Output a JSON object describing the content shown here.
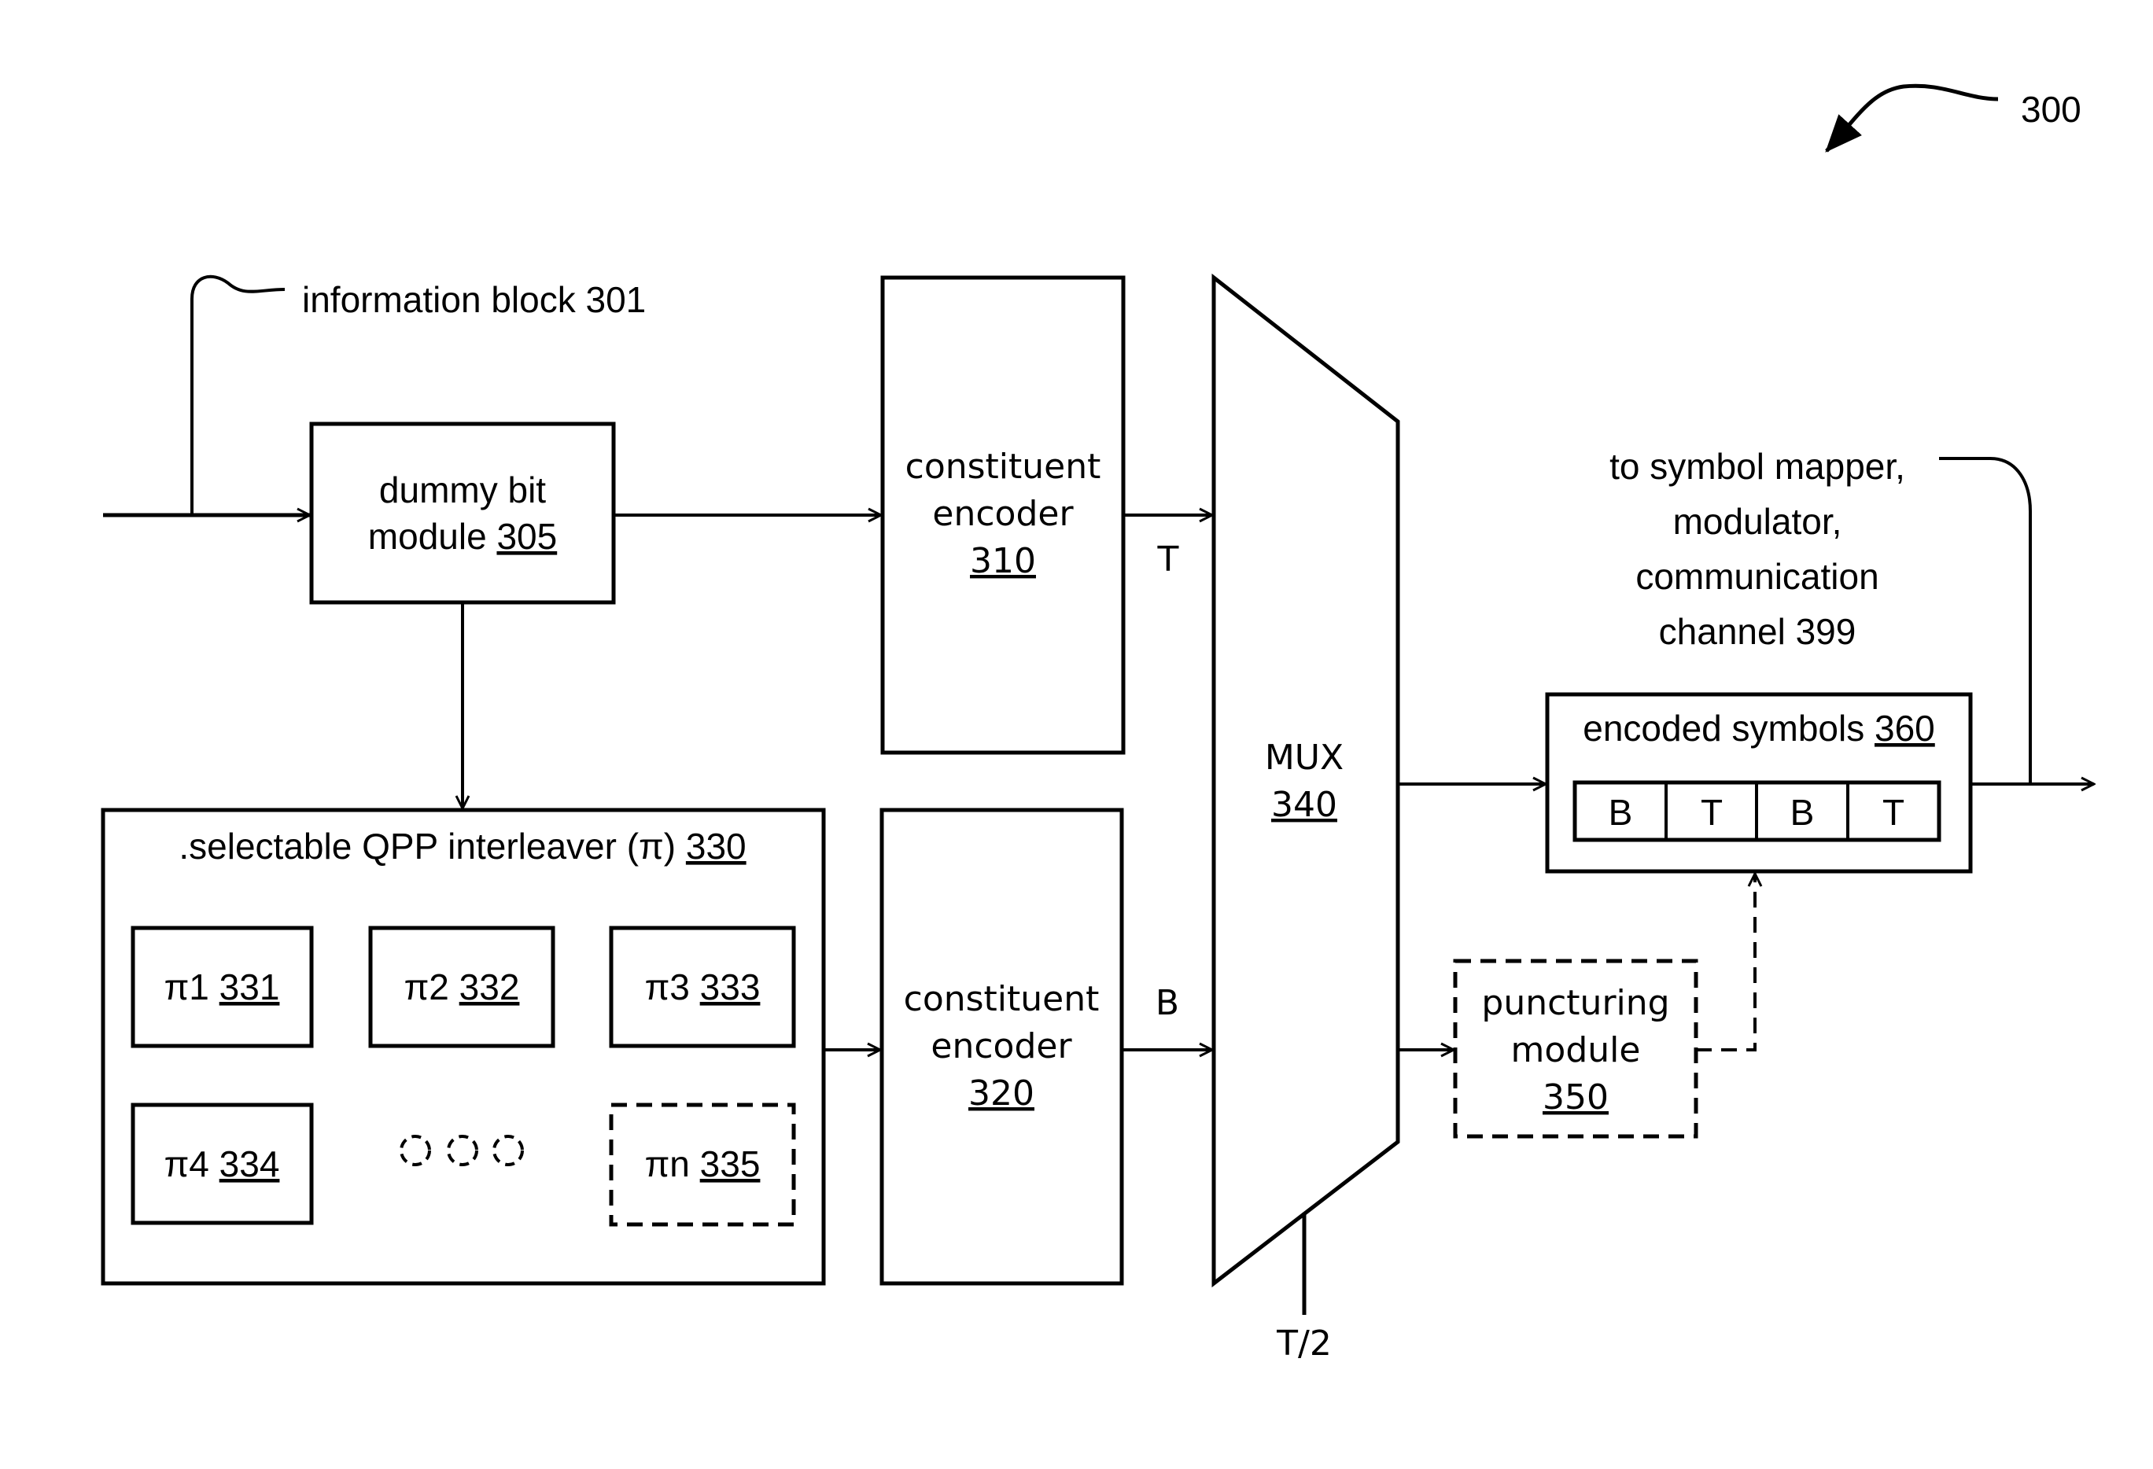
{
  "figure": {
    "ref_label": "300",
    "input_label": "information block 301",
    "dummy_bit_module": {
      "line1": "dummy bit",
      "line2": "module ",
      "ref": "305"
    },
    "encoder_top": {
      "line1": "constituent",
      "line2": "encoder",
      "ref": "310",
      "output_label": "T"
    },
    "encoder_bottom": {
      "line1": "constituent",
      "line2": "encoder",
      "ref": "320",
      "output_label": "B"
    },
    "interleaver": {
      "title": ".selectable QPP interleaver (π) ",
      "ref": "330",
      "items": [
        {
          "name": "π1 ",
          "ref": "331",
          "dashed": false
        },
        {
          "name": "π2 ",
          "ref": "332",
          "dashed": false
        },
        {
          "name": "π3 ",
          "ref": "333",
          "dashed": false
        },
        {
          "name": "π4 ",
          "ref": "334",
          "dashed": false
        },
        {
          "name": "πn ",
          "ref": "335",
          "dashed": true
        }
      ],
      "ellipsis": "three dashed circles"
    },
    "mux": {
      "label": "MUX",
      "ref": "340",
      "control_label": "T/2"
    },
    "puncturing_module": {
      "line1": "puncturing",
      "line2": "module",
      "ref": "350"
    },
    "encoded_symbols": {
      "title": "encoded symbols ",
      "ref": "360",
      "cells": [
        "B",
        "T",
        "B",
        "T"
      ]
    },
    "output_label": [
      "to symbol mapper,",
      "modulator,",
      "communication",
      "channel 399"
    ]
  }
}
